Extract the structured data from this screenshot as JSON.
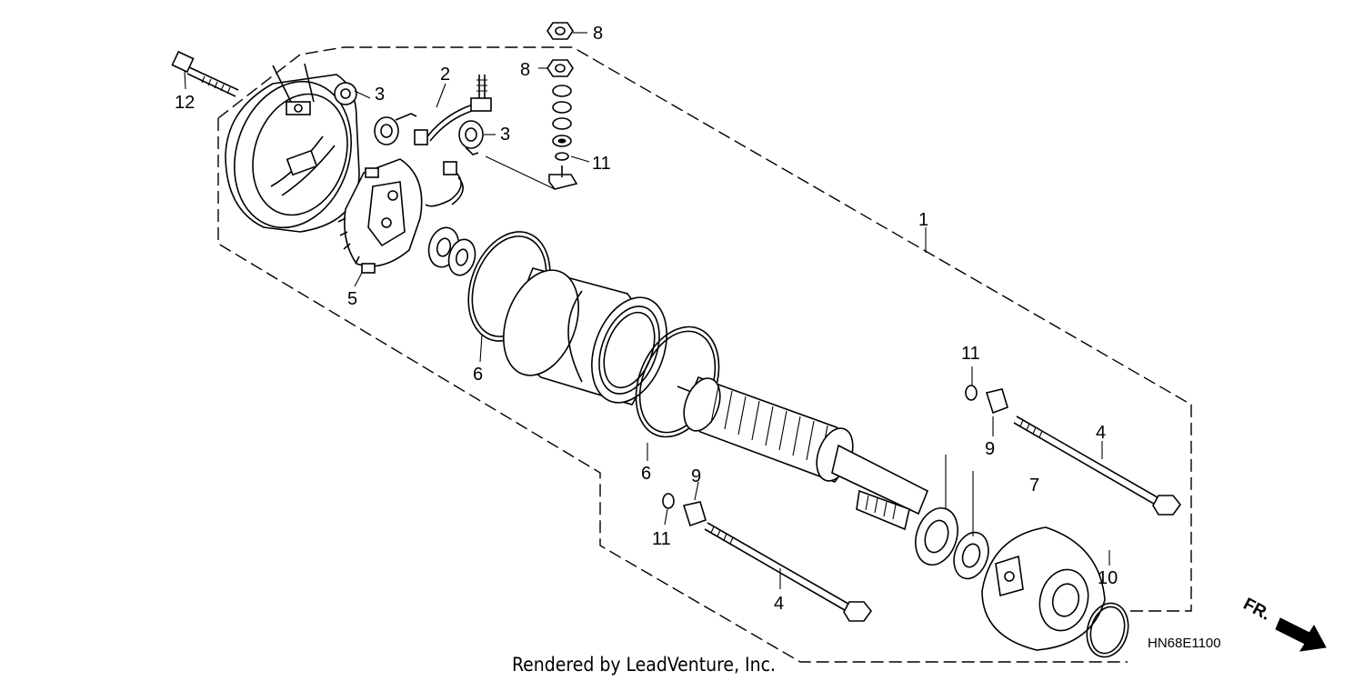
{
  "callouts": [
    "1",
    "2",
    "3",
    "3",
    "4",
    "4",
    "5",
    "6",
    "6",
    "7",
    "8",
    "8",
    "9",
    "9",
    "10",
    "11",
    "11",
    "11",
    "12"
  ],
  "diagram_code": "HN68E1100",
  "credit": "Rendered by LeadVenture, Inc.",
  "direction_mark": "FR."
}
